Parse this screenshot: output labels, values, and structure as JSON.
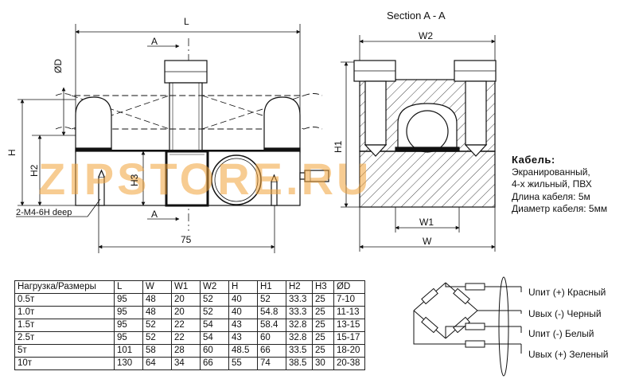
{
  "drawing": {
    "labels": {
      "L": "L",
      "A_top": "A",
      "A_bottom": "A",
      "phiD": "ØD",
      "H": "H",
      "H2": "H2",
      "H3": "H3",
      "thread": "2-M4-6H deep",
      "dim75": "75",
      "section_title": "Section A - A",
      "W2": "W2",
      "H1": "H1",
      "W1": "W1",
      "W": "W"
    },
    "watermark": "ZIPSTORE.RU"
  },
  "cable": {
    "title": "Кабель:",
    "lines": [
      "Экранированный,",
      "4-х жильный, ПВХ",
      "Длина кабеля: 5м",
      "Диаметр кабеля: 5мм"
    ]
  },
  "table": {
    "headers": [
      "Нагрузка/Размеры",
      "L",
      "W",
      "W1",
      "W2",
      "H",
      "H1",
      "H2",
      "H3",
      "ØD"
    ],
    "rows": [
      [
        "0.5т",
        "95",
        "48",
        "20",
        "52",
        "40",
        "52",
        "33.3",
        "25",
        "7-10"
      ],
      [
        "1.0т",
        "95",
        "48",
        "20",
        "52",
        "40",
        "54.8",
        "33.3",
        "25",
        "11-13"
      ],
      [
        "1.5т",
        "95",
        "52",
        "22",
        "54",
        "43",
        "58.4",
        "32.8",
        "25",
        "13-15"
      ],
      [
        "2.5т",
        "95",
        "52",
        "22",
        "54",
        "43",
        "60",
        "32.8",
        "25",
        "15-17"
      ],
      [
        "5т",
        "101",
        "58",
        "28",
        "60",
        "48.5",
        "66",
        "33.5",
        "25",
        "18-20"
      ],
      [
        "10т",
        "130",
        "64",
        "34",
        "66",
        "55",
        "74",
        "38.5",
        "30",
        "20-38"
      ]
    ]
  },
  "wiring": [
    "Uпит (+) Красный",
    "Uвых (-) Черный",
    "Uпит (-) Белый",
    "Uвых (+) Зеленый"
  ]
}
